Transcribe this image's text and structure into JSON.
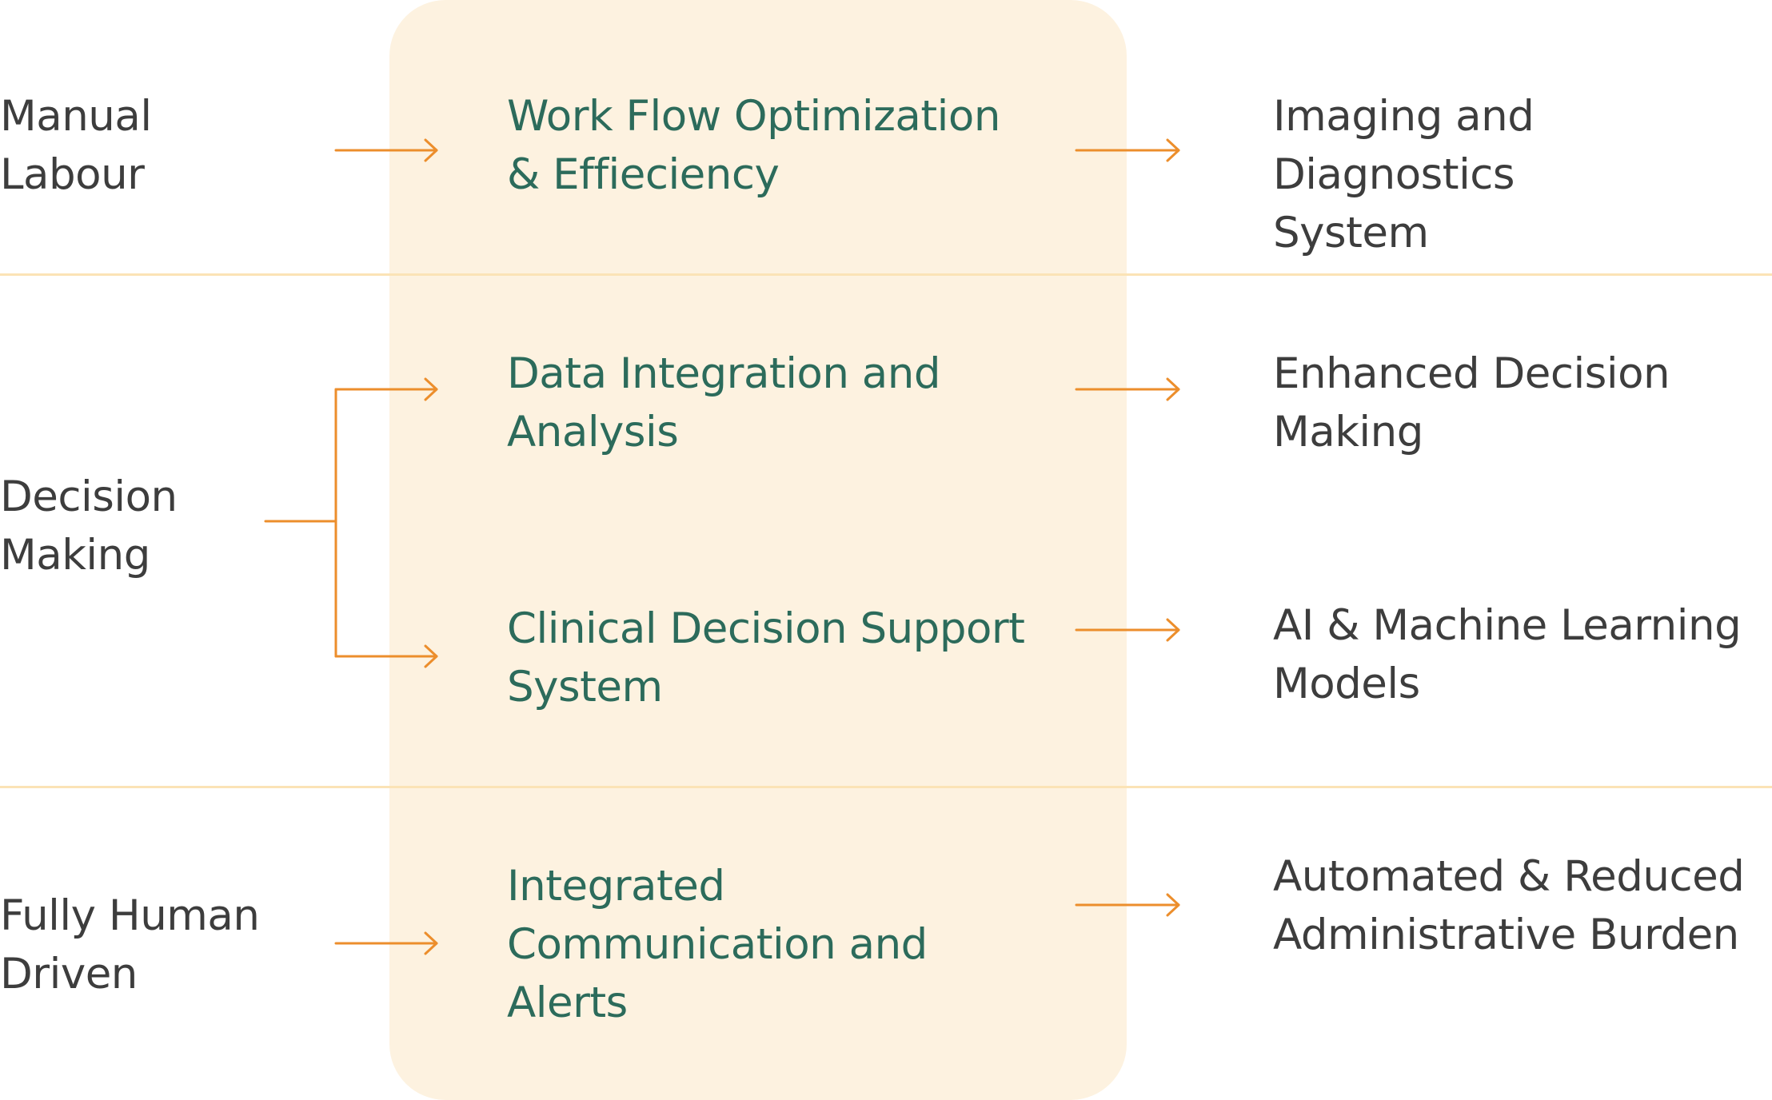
{
  "colors": {
    "panel": "#fdf2e0",
    "divider": "#fbe3b6",
    "arrow": "#ec8e2c",
    "middle_text": "#2c6b5b",
    "side_text": "#3d3d3d"
  },
  "left": {
    "manual": "Manual\nLabour",
    "decision": "Decision\nMaking",
    "human": "Fully Human\nDriven"
  },
  "middle": {
    "workflow": "Work Flow Optimization\n& Effieciency",
    "data": "Data Integration and\nAnalysis",
    "clinical": "Clinical Decision Support\nSystem",
    "communication": "Integrated\nCommunication and\nAlerts"
  },
  "right": {
    "imaging": "Imaging and Diagnostics\nSystem",
    "enhanced": "Enhanced Decision\nMaking",
    "ai": "AI & Machine Learning\nModels",
    "automated": "Automated & Reduced\nAdministrative Burden"
  }
}
